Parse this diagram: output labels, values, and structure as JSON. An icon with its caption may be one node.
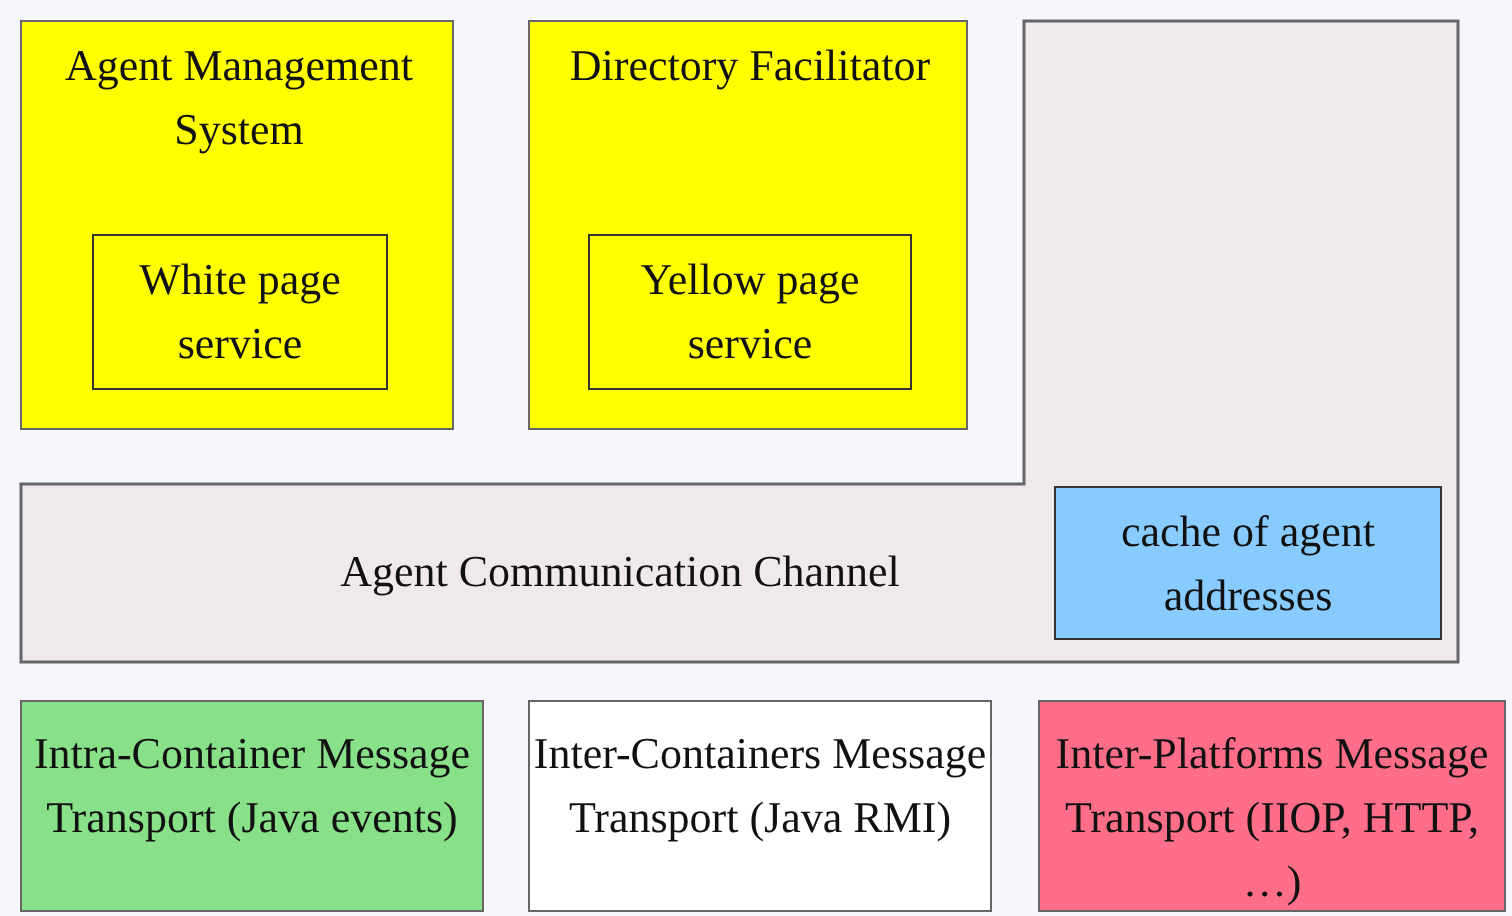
{
  "diagram": {
    "nodes": [
      {
        "text": [
          "Agent Management System"
        ]
      },
      {
        "text": [
          "White page service"
        ],
        "in": 0
      },
      {
        "text": [
          "Directory Facilitator"
        ]
      },
      {
        "text": [
          "Yellow page service"
        ],
        "in": 2
      },
      {
        "text": [
          "Agent Communication Channel"
        ]
      },
      {
        "text": [
          "cache of agent addresses"
        ],
        "in": 4
      },
      {
        "text": [
          "Intra-Container Message Transport (Java events)"
        ]
      },
      {
        "text": [
          "Inter-Containers Message Transport (Java RMI)"
        ]
      },
      {
        "text": [
          "Inter-Platforms Message Transport (IIOP, HTTP, …)"
        ]
      }
    ]
  }
}
